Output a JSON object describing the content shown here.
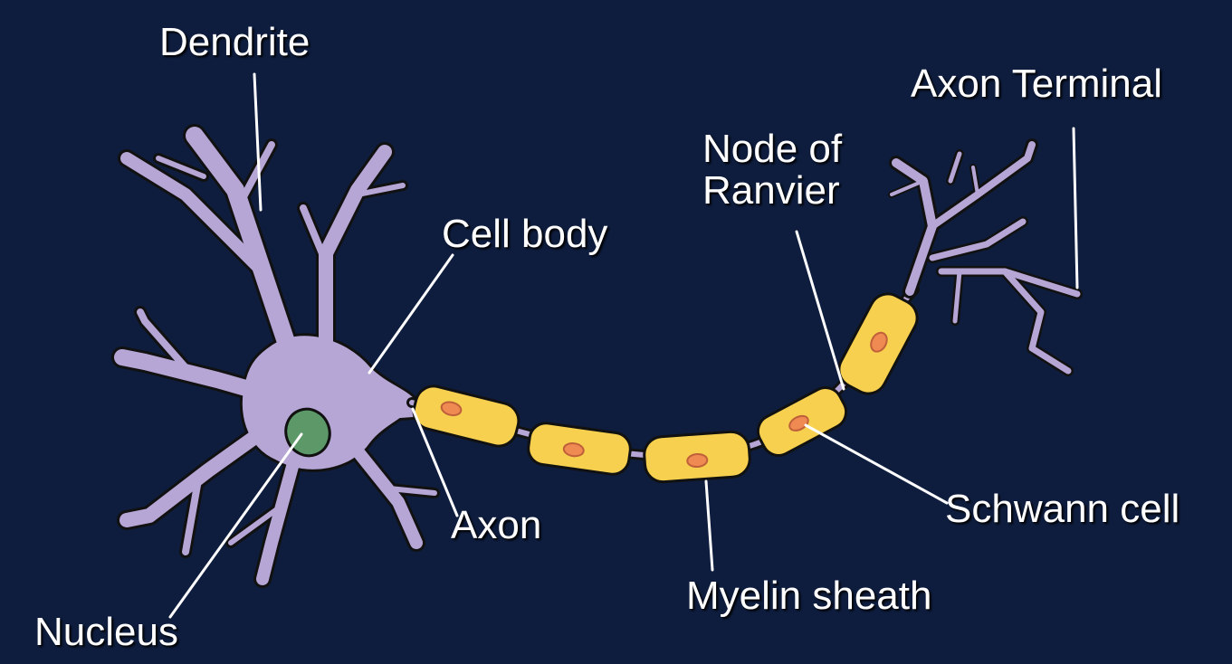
{
  "labels": {
    "dendrite": "Dendrite",
    "axon_terminal": "Axon Terminal",
    "node_of_ranvier_line1": "Node of",
    "node_of_ranvier_line2": "Ranvier",
    "cell_body": "Cell body",
    "axon": "Axon",
    "myelin_sheath": "Myelin sheath",
    "schwann_cell": "Schwann cell",
    "nucleus": "Nucleus"
  },
  "colors": {
    "background": "#0e1d3e",
    "neuron": "#b6a6d6",
    "myelin": "#f6d04e",
    "schwann_nucleus": "#ef8a52",
    "cell_nucleus": "#5d9868",
    "outline": "#111111",
    "leader_line": "#ffffff",
    "label_text": "#ffffff"
  }
}
